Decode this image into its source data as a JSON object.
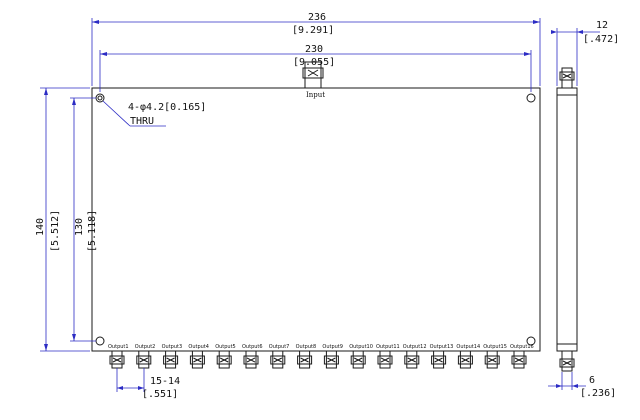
{
  "dimensions": {
    "overall_width": "236",
    "overall_width_in": "[9.291]",
    "hole_spacing_width": "230",
    "hole_spacing_width_in": "[9.055]",
    "overall_height": "140",
    "overall_height_in": "[5.512]",
    "hole_spacing_height": "130",
    "hole_spacing_height_in": "[5.118]",
    "side_thickness": "12",
    "side_thickness_in": "[.472]",
    "port_pitch": "15-14",
    "port_pitch_in": "[.551]",
    "connector_offset": "6",
    "connector_offset_in": "[.236]"
  },
  "callouts": {
    "hole_spec": "4-φ4.2[0.165]",
    "hole_note": "THRU"
  },
  "ports": {
    "input_label": "Input",
    "outputs": [
      "Output1",
      "Output2",
      "Output3",
      "Output4",
      "Output5",
      "Output6",
      "Output7",
      "Output8",
      "Output9",
      "Output10",
      "Output11",
      "Output12",
      "Output13",
      "Output14",
      "Output15",
      "Output16"
    ]
  }
}
